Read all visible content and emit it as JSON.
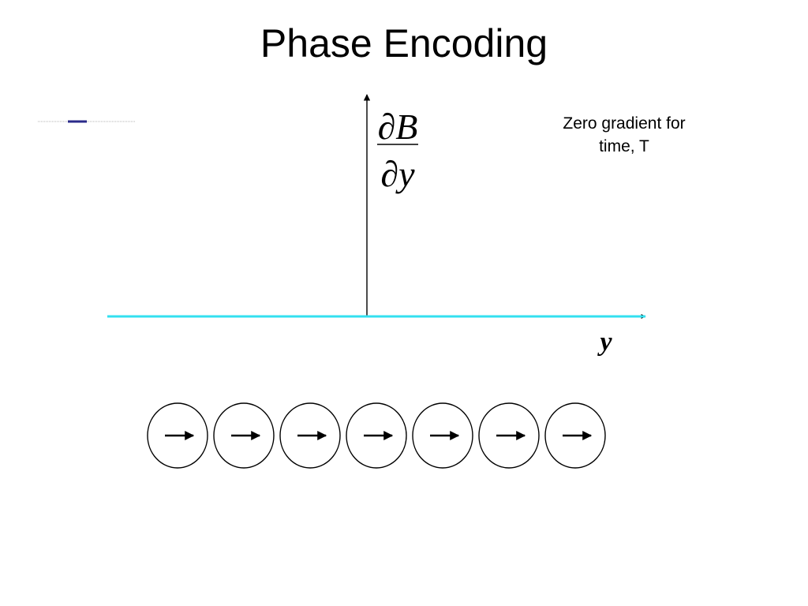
{
  "slide": {
    "title": "Phase Encoding",
    "annotation_line1": "Zero gradient for",
    "annotation_line2": "time, T"
  },
  "diagram": {
    "derivative_numerator": "∂B",
    "derivative_denominator": "∂y",
    "y_axis_label": "y",
    "gradient_line_color": "#33e0f0",
    "nav_dash_color": "#2a2a8a",
    "gradient_value": 0,
    "spins": [
      {
        "direction": "right"
      },
      {
        "direction": "right"
      },
      {
        "direction": "right"
      },
      {
        "direction": "right"
      },
      {
        "direction": "right"
      },
      {
        "direction": "right"
      },
      {
        "direction": "right"
      }
    ]
  }
}
